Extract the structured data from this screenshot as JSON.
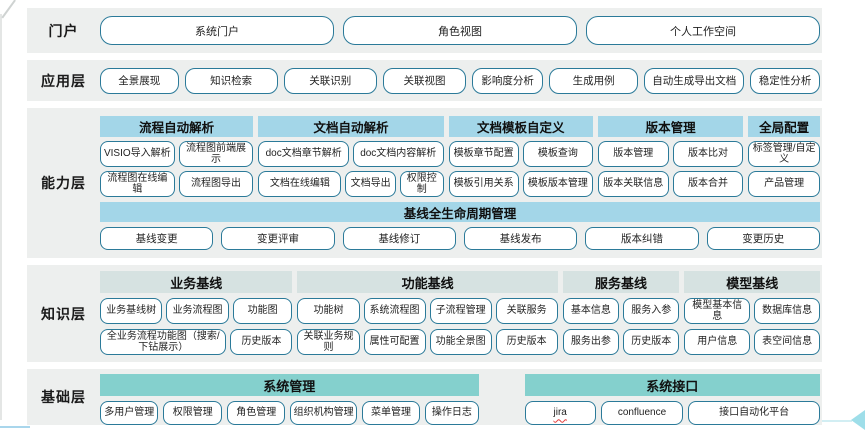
{
  "colors": {
    "layer_band_bg": "#edefee",
    "capability_header_bg": "#a3d6e8",
    "knowledge_header_bg": "#d6e2e1",
    "foundation_header_bg": "#84d0cd",
    "module_border": "#2b7a99",
    "spellcheck_underline": "#e23c3c"
  },
  "portal": {
    "label": "门户",
    "buttons": [
      "系统门户",
      "角色视图",
      "个人工作空间"
    ]
  },
  "application": {
    "label": "应用层",
    "buttons": [
      "全景展现",
      "知识检索",
      "关联识别",
      "关联视图",
      "影响度分析",
      "生成用例",
      "自动生成导出文档",
      "稳定性分析"
    ]
  },
  "capability": {
    "label": "能力层",
    "groups": [
      {
        "title": "流程自动解析",
        "rows": [
          [
            "VISIO导入解析",
            "流程图前端展示"
          ],
          [
            "流程图在线编辑",
            "流程图导出"
          ]
        ]
      },
      {
        "title": "文档自动解析",
        "rows": [
          [
            "doc文档章节解析",
            "doc文档内容解析"
          ],
          [
            "文档在线编辑",
            "文档导出",
            "权限控制"
          ]
        ]
      },
      {
        "title": "文档模板自定义",
        "rows": [
          [
            "模板章节配置",
            "模板查询"
          ],
          [
            "模板引用关系",
            "模板版本管理"
          ]
        ]
      },
      {
        "title": "版本管理",
        "rows": [
          [
            "版本管理",
            "版本比对"
          ],
          [
            "版本关联信息",
            "版本合并"
          ]
        ]
      },
      {
        "title": "全局配置",
        "rows": [
          [
            "标签管理/自定义"
          ],
          [
            "产品管理"
          ]
        ]
      }
    ],
    "lifecycle": {
      "title": "基线全生命周期管理",
      "buttons": [
        "基线变更",
        "变更评审",
        "基线修订",
        "基线发布",
        "版本纠错",
        "变更历史"
      ]
    }
  },
  "knowledge": {
    "label": "知识层",
    "groups": [
      {
        "title": "业务基线",
        "rows": [
          [
            "业务基线树",
            "业务流程图",
            "功能图"
          ],
          [
            "全业务流程功能图（搜索/下钻展示）",
            "历史版本"
          ]
        ]
      },
      {
        "title": "功能基线",
        "rows": [
          [
            "功能树",
            "系统流程图",
            "子流程管理",
            "关联服务"
          ],
          [
            "关联业务规则",
            "属性可配置",
            "功能全景图",
            "历史版本"
          ]
        ]
      },
      {
        "title": "服务基线",
        "rows": [
          [
            "基本信息",
            "服务入参"
          ],
          [
            "服务出参",
            "历史版本"
          ]
        ]
      },
      {
        "title": "模型基线",
        "rows": [
          [
            "模型基本信息",
            "数据库信息"
          ],
          [
            "用户信息",
            "表空间信息"
          ]
        ]
      }
    ]
  },
  "foundation": {
    "label": "基础层",
    "groups": [
      {
        "title": "系统管理",
        "buttons": [
          "多用户管理",
          "权限管理",
          "角色管理",
          "组织机构管理",
          "菜单管理",
          "操作日志"
        ]
      },
      {
        "title": "系统接口",
        "buttons": [
          "jira",
          "confluence",
          "接口自动化平台"
        ]
      }
    ]
  }
}
